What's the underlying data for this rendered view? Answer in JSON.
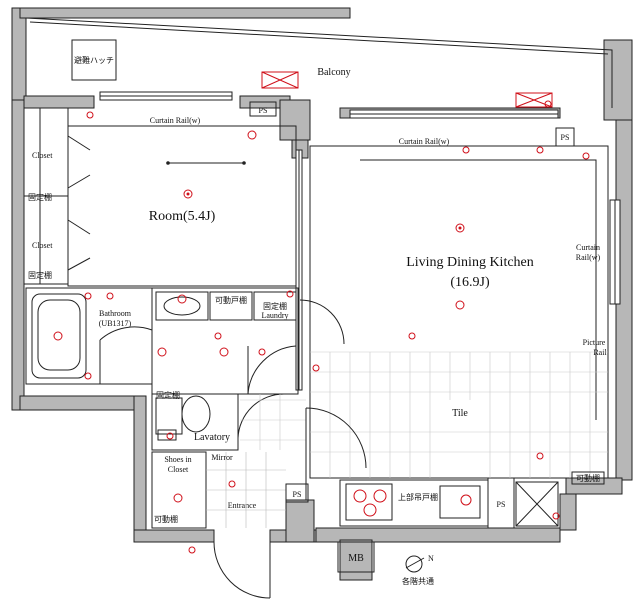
{
  "rooms": {
    "balcony": "Balcony",
    "room": "Room(5.4J)",
    "ldk_line1": "Living Dining Kitchen",
    "ldk_line2": "(16.9J)",
    "bathroom_line1": "Bathroom",
    "bathroom_line2": "(UB1317)",
    "lavatory": "Lavatory",
    "entrance": "Entrance",
    "tile": "Tile"
  },
  "labels": {
    "hatch": "避難ハッチ",
    "curtain_rail_room": "Curtain Rail(w)",
    "curtain_rail_ldk": "Curtain Rail(w)",
    "curtain_rail_side_1": "Curtain",
    "curtain_rail_side_2": "Rail(w)",
    "picture_rail_1": "Picture",
    "picture_rail_2": "Rail",
    "closet_1": "Closet",
    "closet_2": "Closet",
    "fixed_shelf_1": "固定棚",
    "fixed_shelf_2": "固定棚",
    "fixed_shelf_laundry": "固定棚",
    "fixed_shelf_lav": "固定棚",
    "laundry": "Laundry",
    "movable_shelf": "可動戸棚",
    "movable_shelf_2": "可動棚",
    "movable_shelf_3": "可動棚",
    "shoes_in_closet_1": "Shoes in",
    "shoes_in_closet_2": "Closet",
    "mirror": "Mirror",
    "upper_cabinet": "上部吊戸棚",
    "ps_1": "PS",
    "ps_2": "PS",
    "ps_3": "PS",
    "ps_4": "PS",
    "mb": "MB",
    "common_floors": "各階共通",
    "north": "N"
  }
}
